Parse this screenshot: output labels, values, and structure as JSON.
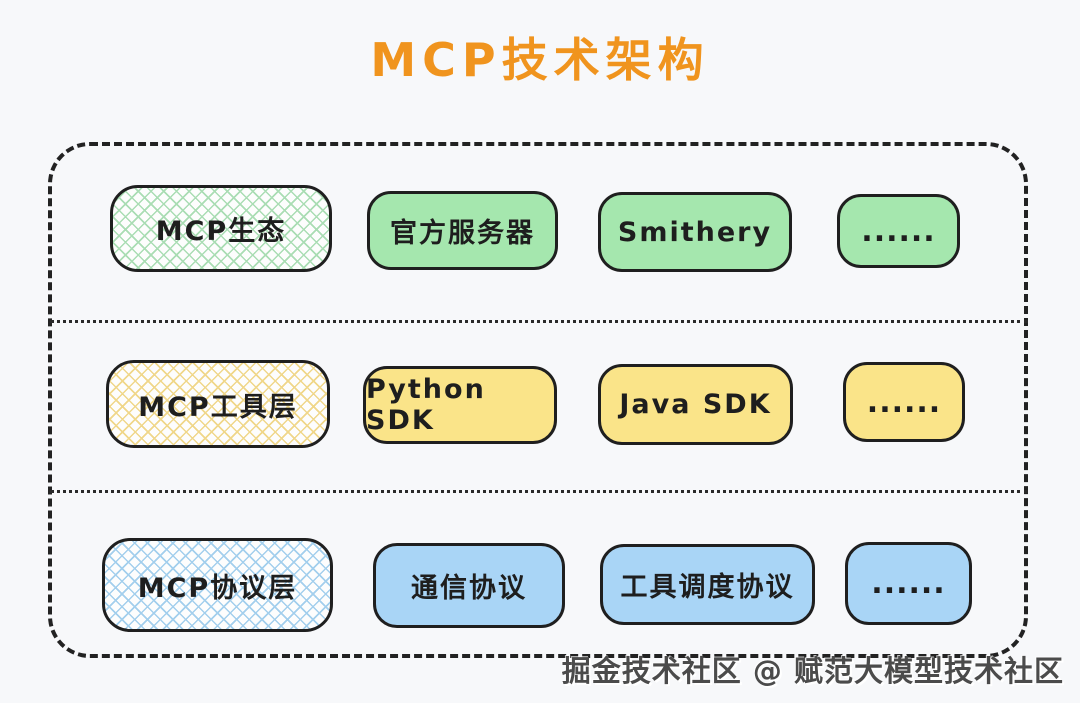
{
  "title": "MCP技术架构",
  "watermark": "掘金技术社区 @ 赋范大模型技术社区",
  "colors": {
    "title_orange": "#F0941E",
    "background": "#F7F8FA",
    "box_border": "#1F1F1F",
    "frame_border": "#222222",
    "green_fill": "#A5E7AE",
    "green_hatch_line": "#AADDB4",
    "yellow_fill": "#FAE489",
    "yellow_hatch_line": "#F0D78A",
    "blue_fill": "#A9D5F6",
    "blue_hatch_line": "#A3CFED",
    "watermark_text": "#4B4B4B"
  },
  "diagram": {
    "rows": [
      {
        "name": "ecosystem-layer",
        "color_theme": "green",
        "boxes": [
          {
            "label": "MCP生态",
            "style": "hatch"
          },
          {
            "label": "官方服务器",
            "style": "solid"
          },
          {
            "label": "Smithery",
            "style": "solid"
          },
          {
            "label": "......",
            "style": "solid"
          }
        ]
      },
      {
        "name": "tool-layer",
        "color_theme": "yellow",
        "boxes": [
          {
            "label": "MCP工具层",
            "style": "hatch"
          },
          {
            "label": "Python SDK",
            "style": "solid"
          },
          {
            "label": "Java SDK",
            "style": "solid"
          },
          {
            "label": "......",
            "style": "solid"
          }
        ]
      },
      {
        "name": "protocol-layer",
        "color_theme": "blue",
        "boxes": [
          {
            "label": "MCP协议层",
            "style": "hatch"
          },
          {
            "label": "通信协议",
            "style": "solid"
          },
          {
            "label": "工具调度协议",
            "style": "solid"
          },
          {
            "label": "......",
            "style": "solid"
          }
        ]
      }
    ]
  }
}
